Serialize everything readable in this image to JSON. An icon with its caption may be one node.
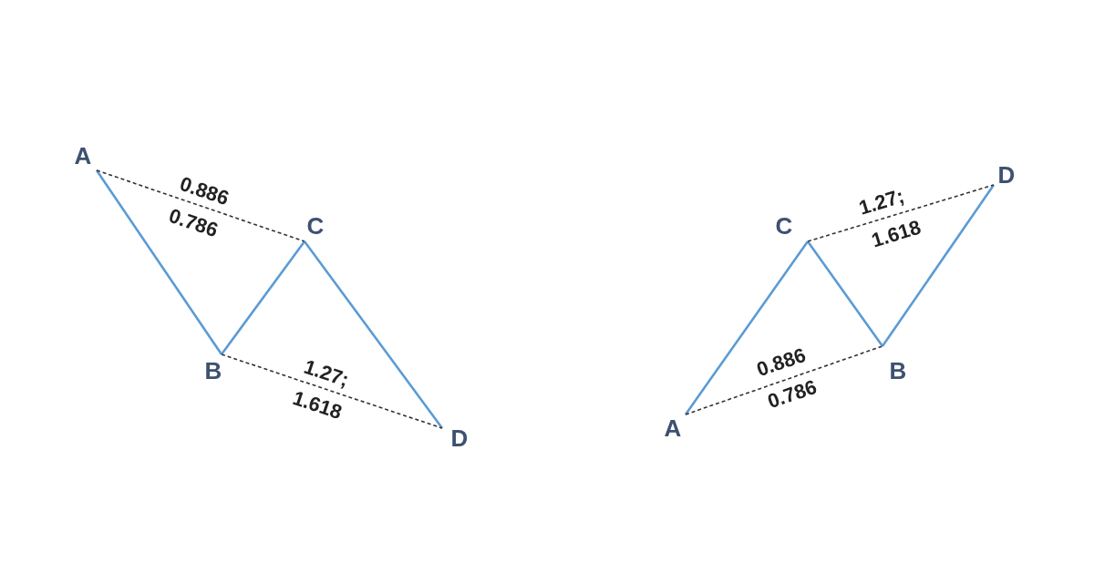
{
  "diagram": {
    "nodes": [
      {
        "text": [
          "A"
        ]
      },
      {
        "text": [
          "B"
        ]
      },
      {
        "text": [
          "C"
        ]
      },
      {
        "text": [
          "D"
        ]
      },
      {
        "text": [
          "A"
        ]
      },
      {
        "text": [
          "C"
        ]
      },
      {
        "text": [
          "B"
        ]
      },
      {
        "text": [
          "D"
        ]
      }
    ],
    "edges": [
      {
        "from": 0,
        "to": 1,
        "arrow": "none"
      },
      {
        "from": 1,
        "to": 2,
        "arrow": "none"
      },
      {
        "from": 2,
        "to": 3,
        "arrow": "none"
      },
      {
        "from": 0,
        "to": 2,
        "arrow": "none",
        "style": "dashed",
        "color": "#333333"
      },
      {
        "from": 1,
        "to": 3,
        "arrow": "none",
        "style": "dashed",
        "color": "#333333"
      },
      {
        "from": 4,
        "to": 5,
        "arrow": "none"
      },
      {
        "from": 5,
        "to": 6,
        "arrow": "none"
      },
      {
        "from": 6,
        "to": 7,
        "arrow": "none"
      },
      {
        "from": 4,
        "to": 6,
        "arrow": "none",
        "style": "dashed",
        "color": "#333333"
      },
      {
        "from": 5,
        "to": 7,
        "arrow": "none",
        "style": "dashed",
        "color": "#333333"
      }
    ],
    "labels": [
      "0.886",
      "0.786",
      "1.27;",
      "1.618",
      "1.27;",
      "1.618",
      "0.886",
      "0.786"
    ]
  }
}
